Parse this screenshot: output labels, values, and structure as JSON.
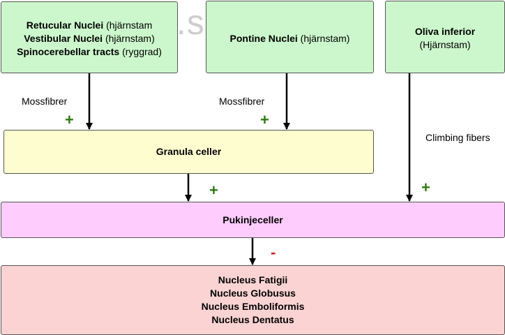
{
  "watermark": "Dennejaha.se",
  "source_boxes": {
    "left": {
      "lines": [
        {
          "bold": "Retucular Nuclei",
          "normal": " (hjärnstam"
        },
        {
          "bold": "Vestibular Nuclei",
          "normal": " (hjärnstam)"
        },
        {
          "bold": "Spinocerebellar tracts",
          "normal": " (ryggrad)"
        }
      ]
    },
    "middle": {
      "lines": [
        {
          "bold": "Pontine Nuclei",
          "normal": " (hjärnstam)"
        }
      ]
    },
    "right": {
      "line1": "Oliva inferior",
      "line2": "(Hjärnstam)"
    }
  },
  "granula_box": {
    "label": "Granula celler"
  },
  "purkinje_box": {
    "label": "Pukinjeceller"
  },
  "nuclei_box": {
    "lines": [
      "Nucleus Fatigii",
      "Nucleus Globusus",
      "Nucleus Emboliformis",
      "Nucleus Dentatus"
    ]
  },
  "edge_labels": {
    "mossfibrer_left": "Mossfibrer",
    "mossfibrer_middle": "Mossfibrer",
    "climbing_fibers": "Climbing fibers"
  },
  "signs": {
    "plus_left": "+",
    "plus_middle": "+",
    "plus_granula": "+",
    "plus_climbing": "+",
    "minus_purkinje": "-"
  },
  "colors": {
    "green_box": "#ccf7cc",
    "yellow_box": "#fefdd0",
    "pink_box": "#fecdfd",
    "red_box": "#fcd3d3",
    "plus_sign": "#2f7a12",
    "minus_sign": "#cc2222"
  }
}
